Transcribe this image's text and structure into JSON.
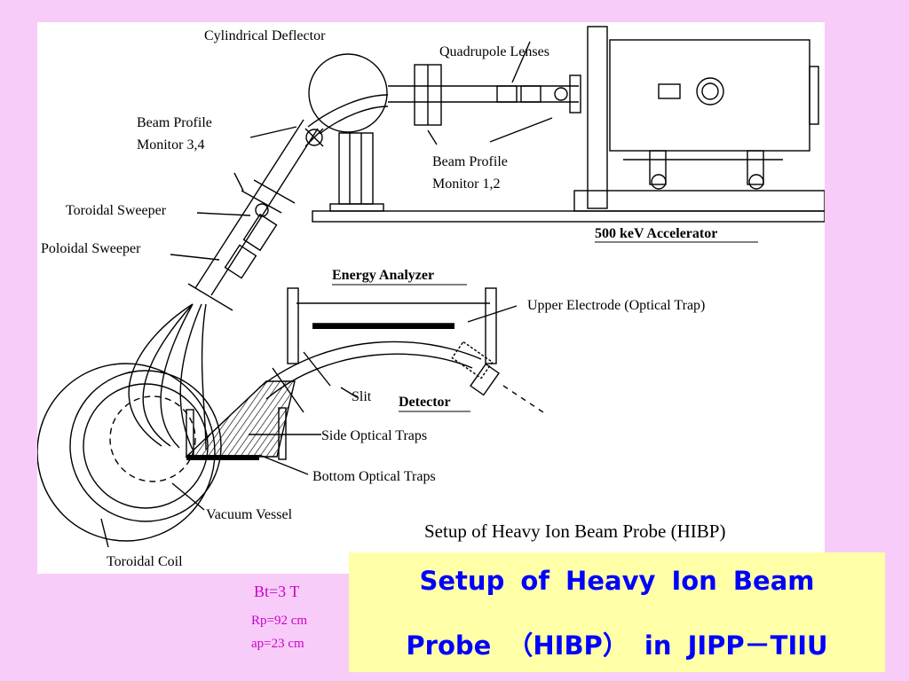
{
  "diagram": {
    "labels": {
      "cylindrical_deflector": "Cylindrical Deflector",
      "quadrupole_lenses": "Quadrupole Lenses",
      "beam_profile_monitor_34_line1": "Beam Profile",
      "beam_profile_monitor_34_line2": "Monitor 3,4",
      "beam_profile_monitor_12_line1": "Beam Profile",
      "beam_profile_monitor_12_line2": "Monitor 1,2",
      "toroidal_sweeper": "Toroidal Sweeper",
      "poloidal_sweeper": "Poloidal Sweeper",
      "accelerator": "500 keV Accelerator",
      "energy_analyzer": "Energy Analyzer",
      "upper_electrode": "Upper Electrode (Optical Trap)",
      "slit": "Slit",
      "detector": "Detector",
      "side_optical_traps": "Side Optical Traps",
      "bottom_optical_traps": "Bottom Optical Traps",
      "vacuum_vessel": "Vacuum Vessel",
      "toroidal_coil": "Toroidal Coil"
    },
    "caption": "Setup of Heavy Ion Beam Probe (HIBP)"
  },
  "title": {
    "line1": "Setup of Heavy Ion Beam",
    "line2": "Probe （HIBP） in JIPP－TIIU"
  },
  "parameters": {
    "bt": "Bt=3 T",
    "rp": "Rp=92 cm",
    "ap": "ap=23 cm"
  },
  "colors": {
    "background": "#f8ccf8",
    "title_box": "#ffffa8",
    "title_text": "#0000ff",
    "parameter_text": "#cc00cc"
  }
}
